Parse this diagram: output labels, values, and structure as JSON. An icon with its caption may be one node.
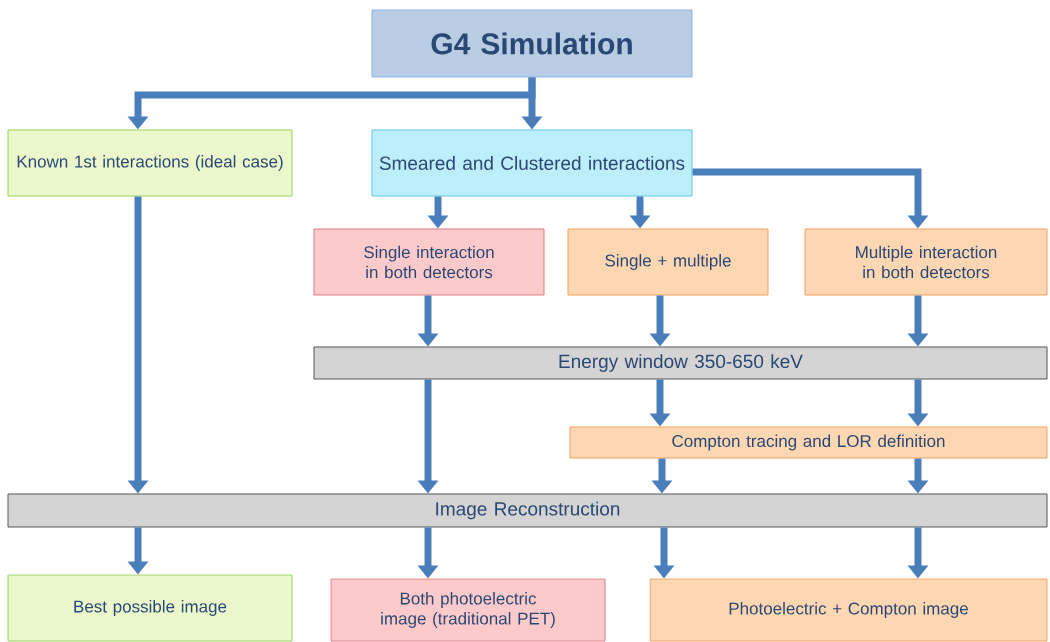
{
  "diagram": {
    "nodes": [
      {
        "text": [
          "G4 Simulation"
        ]
      },
      {
        "text": [
          "Known 1st interactions (ideal case)"
        ]
      },
      {
        "text": [
          "Smeared and Clustered interactions"
        ]
      },
      {
        "text": [
          "Single interaction in both detectors"
        ]
      },
      {
        "text": [
          "Single + multiple"
        ]
      },
      {
        "text": [
          "Multiple interaction in both detectors"
        ]
      },
      {
        "text": [
          "Energy window 350-650 keV"
        ]
      },
      {
        "text": [
          "Compton tracing and LOR definition"
        ]
      },
      {
        "text": [
          "Image Reconstruction"
        ]
      },
      {
        "text": [
          "Best possible image"
        ]
      },
      {
        "text": [
          "Both photoelectric image (traditional PET)"
        ]
      },
      {
        "text": [
          "Photoelectric + Compton image"
        ]
      }
    ],
    "edges": [
      {
        "from": 0,
        "to": 1,
        "arrow": "to"
      },
      {
        "from": 0,
        "to": 2,
        "arrow": "to"
      },
      {
        "from": 2,
        "to": 3,
        "arrow": "to"
      },
      {
        "from": 2,
        "to": 4,
        "arrow": "to"
      },
      {
        "from": 2,
        "to": 5,
        "arrow": "to"
      },
      {
        "from": 1,
        "to": 8,
        "arrow": "to"
      },
      {
        "from": 3,
        "to": 6,
        "arrow": "to"
      },
      {
        "from": 4,
        "to": 6,
        "arrow": "to"
      },
      {
        "from": 5,
        "to": 6,
        "arrow": "to"
      },
      {
        "from": 6,
        "to": 8,
        "arrow": "to"
      },
      {
        "from": 6,
        "to": 7,
        "arrow": "to"
      },
      {
        "from": 6,
        "to": 7,
        "arrow": "to"
      },
      {
        "from": 7,
        "to": 8,
        "arrow": "to"
      },
      {
        "from": 7,
        "to": 8,
        "arrow": "to"
      },
      {
        "from": 8,
        "to": 9,
        "arrow": "to"
      },
      {
        "from": 8,
        "to": 10,
        "arrow": "to"
      },
      {
        "from": 8,
        "to": 11,
        "arrow": "to"
      },
      {
        "from": 8,
        "to": 11,
        "arrow": "to"
      }
    ]
  }
}
